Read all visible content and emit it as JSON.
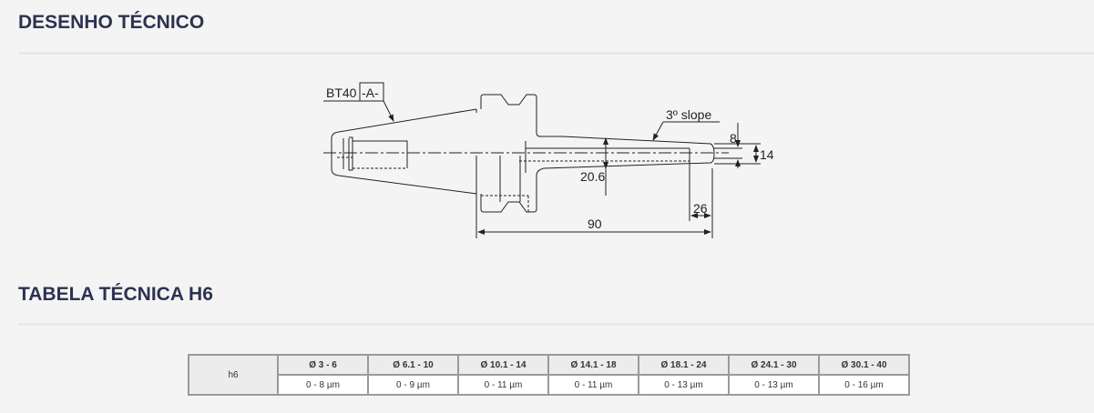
{
  "sections": {
    "drawing_title": "DESENHO TÉCNICO",
    "table_title": "TABELA TÉCNICA H6"
  },
  "drawing": {
    "model_label": "BT40",
    "type_label": "-A-",
    "slope_label": "3º slope",
    "dim_length": "90",
    "dim_tip": "26",
    "dim_diameter": "20.6",
    "dim_small": "8",
    "dim_large": "14"
  },
  "table": {
    "row_label": "h6",
    "headers": [
      "Ø 3 - 6",
      "Ø 6.1 - 10",
      "Ø 10.1 - 14",
      "Ø 14.1 - 18",
      "Ø 18.1 - 24",
      "Ø 24.1 - 30",
      "Ø 30.1 - 40"
    ],
    "values": [
      "0 - 8 µm",
      "0 - 9 µm",
      "0 - 11 µm",
      "0 - 11 µm",
      "0 - 13 µm",
      "0 - 13 µm",
      "0 - 16 µm"
    ]
  }
}
